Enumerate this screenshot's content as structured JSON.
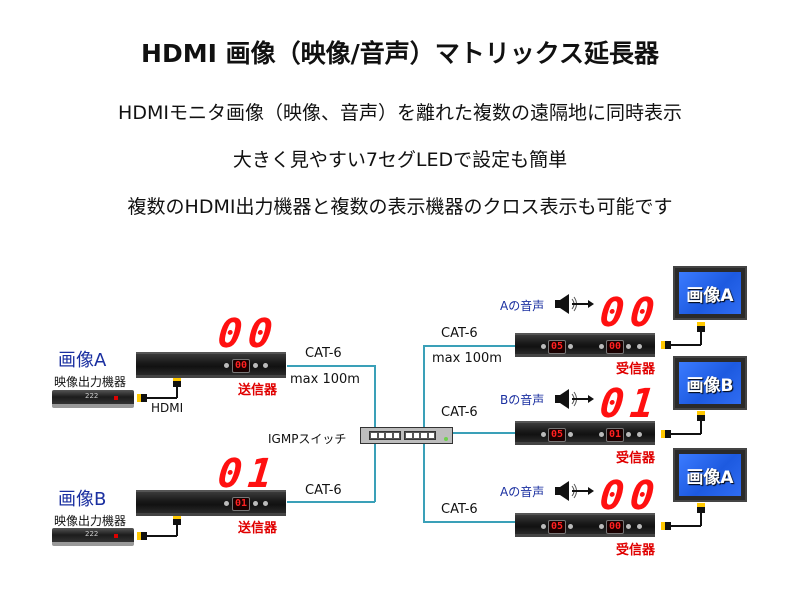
{
  "header": {
    "title": "HDMI 画像（映像/音声）マトリックス延長器",
    "features": [
      "HDMIモニタ画像（映像、音声）を離れた複数の遠隔地に同時表示",
      "大きく見やすい7セグLEDで設定も簡単",
      "複数のHDMI出力機器と複数の表示機器のクロス表示も可能です"
    ]
  },
  "diagram": {
    "sources": [
      {
        "label": "画像A",
        "device_label": "映像出力機器",
        "player_display": "222",
        "cable_label": "HDMI",
        "channel": "00",
        "transmitter_label": "送信器",
        "link_label": "CAT-6",
        "distance_label": "max 100m"
      },
      {
        "label": "画像B",
        "device_label": "映像出力機器",
        "player_display": "222",
        "cable_label": "",
        "channel": "01",
        "transmitter_label": "送信器",
        "link_label": "CAT-6",
        "distance_label": ""
      }
    ],
    "switch": {
      "label": "IGMPスイッチ"
    },
    "receivers": [
      {
        "audio_label": "Aの音声",
        "channel": "00",
        "device_sub_display": "05",
        "receiver_label": "受信器",
        "link_label": "CAT-6",
        "distance_label": "max 100m",
        "monitor_label": "画像A"
      },
      {
        "audio_label": "Bの音声",
        "channel": "01",
        "device_sub_display": "05",
        "receiver_label": "受信器",
        "link_label": "CAT-6",
        "distance_label": "",
        "monitor_label": "画像B"
      },
      {
        "audio_label": "Aの音声",
        "channel": "00",
        "device_sub_display": "05",
        "receiver_label": "受信器",
        "link_label": "CAT-6",
        "distance_label": "",
        "monitor_label": "画像A"
      }
    ],
    "colors": {
      "segment_red": "#ff1010",
      "label_blue": "#1a2fa0",
      "cable_teal": "#3aa0b8",
      "monitor_blue": "#2f6cf2",
      "connector_yellow": "#ffc800"
    }
  }
}
